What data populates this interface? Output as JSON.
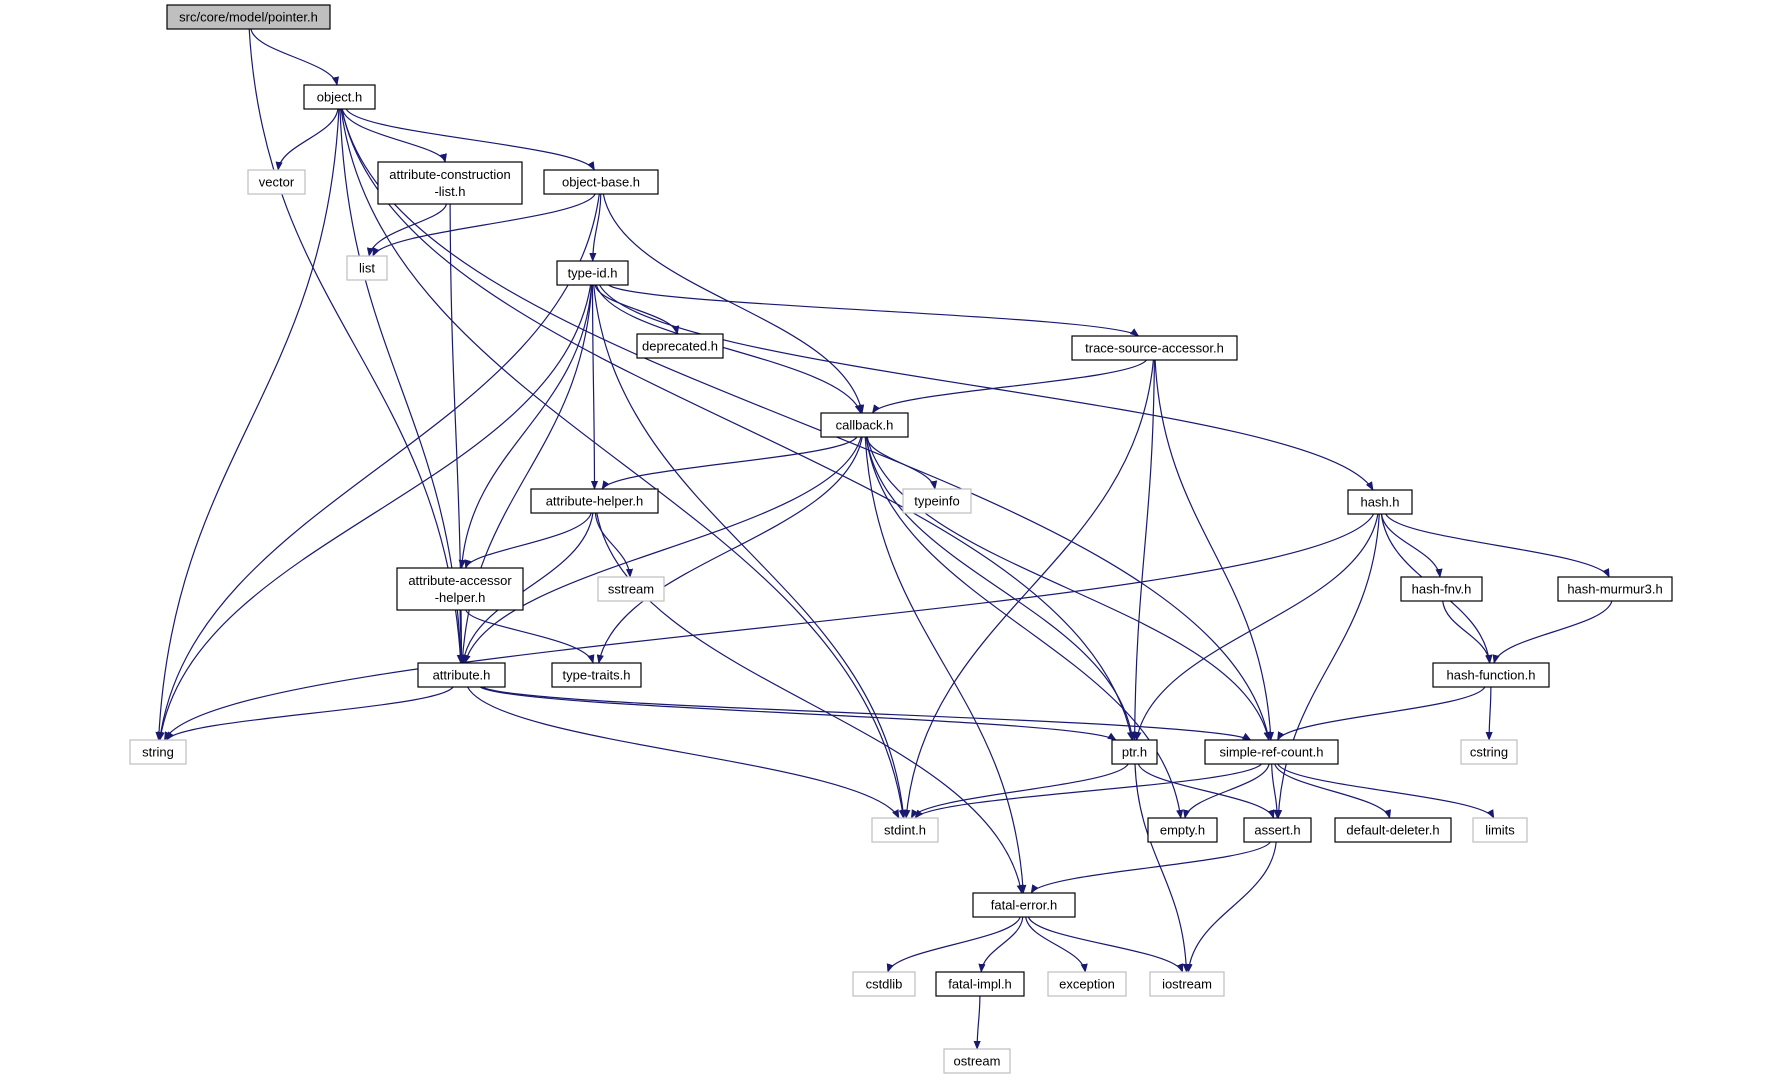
{
  "colors": {
    "edge": "#191970",
    "root_fill": "#bfbfbf",
    "root_stroke": "#000000",
    "header_stroke": "#000000",
    "system_stroke": "#bfbfbf",
    "background": "#ffffff"
  },
  "graph": {
    "nodes": [
      {
        "id": "pointer",
        "label": "src/core/model/pointer.h",
        "kind": "root"
      },
      {
        "id": "object",
        "label": "object.h",
        "kind": "header"
      },
      {
        "id": "vector",
        "label": "vector",
        "kind": "system"
      },
      {
        "id": "acl",
        "lines": [
          "attribute-construction",
          "-list.h"
        ],
        "kind": "header"
      },
      {
        "id": "objbase",
        "label": "object-base.h",
        "kind": "header"
      },
      {
        "id": "list",
        "label": "list",
        "kind": "system"
      },
      {
        "id": "typeid",
        "label": "type-id.h",
        "kind": "header"
      },
      {
        "id": "deprecated",
        "label": "deprecated.h",
        "kind": "header"
      },
      {
        "id": "tsa",
        "label": "trace-source-accessor.h",
        "kind": "header"
      },
      {
        "id": "callback",
        "label": "callback.h",
        "kind": "header"
      },
      {
        "id": "typeinfo",
        "label": "typeinfo",
        "kind": "system"
      },
      {
        "id": "ahelper",
        "label": "attribute-helper.h",
        "kind": "header"
      },
      {
        "id": "sstream",
        "label": "sstream",
        "kind": "system"
      },
      {
        "id": "aah",
        "lines": [
          "attribute-accessor",
          "-helper.h"
        ],
        "kind": "header"
      },
      {
        "id": "typetraits",
        "label": "type-traits.h",
        "kind": "header"
      },
      {
        "id": "attribute",
        "label": "attribute.h",
        "kind": "header"
      },
      {
        "id": "hash",
        "label": "hash.h",
        "kind": "header"
      },
      {
        "id": "hashfnv",
        "label": "hash-fnv.h",
        "kind": "header"
      },
      {
        "id": "hashmm",
        "label": "hash-murmur3.h",
        "kind": "header"
      },
      {
        "id": "hashfn",
        "label": "hash-function.h",
        "kind": "header"
      },
      {
        "id": "cstring",
        "label": "cstring",
        "kind": "system"
      },
      {
        "id": "string",
        "label": "string",
        "kind": "system"
      },
      {
        "id": "ptr",
        "label": "ptr.h",
        "kind": "header"
      },
      {
        "id": "src",
        "label": "simple-ref-count.h",
        "kind": "header"
      },
      {
        "id": "stdint",
        "label": "stdint.h",
        "kind": "system"
      },
      {
        "id": "empty",
        "label": "empty.h",
        "kind": "header"
      },
      {
        "id": "assert",
        "label": "assert.h",
        "kind": "header"
      },
      {
        "id": "deleter",
        "label": "default-deleter.h",
        "kind": "header"
      },
      {
        "id": "limits",
        "label": "limits",
        "kind": "system"
      },
      {
        "id": "fatal",
        "label": "fatal-error.h",
        "kind": "header"
      },
      {
        "id": "cstdlib",
        "label": "cstdlib",
        "kind": "system"
      },
      {
        "id": "fatalimpl",
        "label": "fatal-impl.h",
        "kind": "header"
      },
      {
        "id": "exception",
        "label": "exception",
        "kind": "system"
      },
      {
        "id": "iostream",
        "label": "iostream",
        "kind": "system"
      },
      {
        "id": "ostream",
        "label": "ostream",
        "kind": "system"
      }
    ],
    "edges": [
      [
        "pointer",
        "object"
      ],
      [
        "pointer",
        "attribute"
      ],
      [
        "object",
        "vector"
      ],
      [
        "object",
        "acl"
      ],
      [
        "object",
        "objbase"
      ],
      [
        "object",
        "string"
      ],
      [
        "object",
        "attribute"
      ],
      [
        "object",
        "stdint"
      ],
      [
        "object",
        "ptr"
      ],
      [
        "object",
        "src"
      ],
      [
        "acl",
        "list"
      ],
      [
        "acl",
        "attribute"
      ],
      [
        "objbase",
        "list"
      ],
      [
        "objbase",
        "typeid"
      ],
      [
        "objbase",
        "string"
      ],
      [
        "objbase",
        "callback"
      ],
      [
        "typeid",
        "string"
      ],
      [
        "typeid",
        "attribute"
      ],
      [
        "typeid",
        "aah"
      ],
      [
        "typeid",
        "ahelper"
      ],
      [
        "typeid",
        "callback"
      ],
      [
        "typeid",
        "deprecated"
      ],
      [
        "typeid",
        "tsa"
      ],
      [
        "typeid",
        "hash"
      ],
      [
        "typeid",
        "stdint"
      ],
      [
        "tsa",
        "callback"
      ],
      [
        "tsa",
        "stdint"
      ],
      [
        "tsa",
        "ptr"
      ],
      [
        "tsa",
        "src"
      ],
      [
        "callback",
        "ahelper"
      ],
      [
        "callback",
        "attribute"
      ],
      [
        "callback",
        "typetraits"
      ],
      [
        "callback",
        "typeinfo"
      ],
      [
        "callback",
        "empty"
      ],
      [
        "callback",
        "fatal"
      ],
      [
        "callback",
        "ptr"
      ],
      [
        "callback",
        "src"
      ],
      [
        "ahelper",
        "aah"
      ],
      [
        "ahelper",
        "attribute"
      ],
      [
        "ahelper",
        "sstream"
      ],
      [
        "ahelper",
        "fatal"
      ],
      [
        "aah",
        "attribute"
      ],
      [
        "aah",
        "typetraits"
      ],
      [
        "attribute",
        "string"
      ],
      [
        "attribute",
        "stdint"
      ],
      [
        "attribute",
        "ptr"
      ],
      [
        "attribute",
        "src"
      ],
      [
        "hash",
        "string"
      ],
      [
        "hash",
        "ptr"
      ],
      [
        "hash",
        "assert"
      ],
      [
        "hash",
        "hashfnv"
      ],
      [
        "hash",
        "hashfn"
      ],
      [
        "hash",
        "hashmm"
      ],
      [
        "hashfnv",
        "hashfn"
      ],
      [
        "hashmm",
        "hashfn"
      ],
      [
        "hashfn",
        "src"
      ],
      [
        "hashfn",
        "cstring"
      ],
      [
        "ptr",
        "stdint"
      ],
      [
        "ptr",
        "assert"
      ],
      [
        "ptr",
        "iostream"
      ],
      [
        "src",
        "stdint"
      ],
      [
        "src",
        "empty"
      ],
      [
        "src",
        "assert"
      ],
      [
        "src",
        "deleter"
      ],
      [
        "src",
        "limits"
      ],
      [
        "assert",
        "fatal"
      ],
      [
        "assert",
        "iostream"
      ],
      [
        "fatal",
        "cstdlib"
      ],
      [
        "fatal",
        "fatalimpl"
      ],
      [
        "fatal",
        "exception"
      ],
      [
        "fatal",
        "iostream"
      ],
      [
        "fatalimpl",
        "ostream"
      ]
    ]
  }
}
